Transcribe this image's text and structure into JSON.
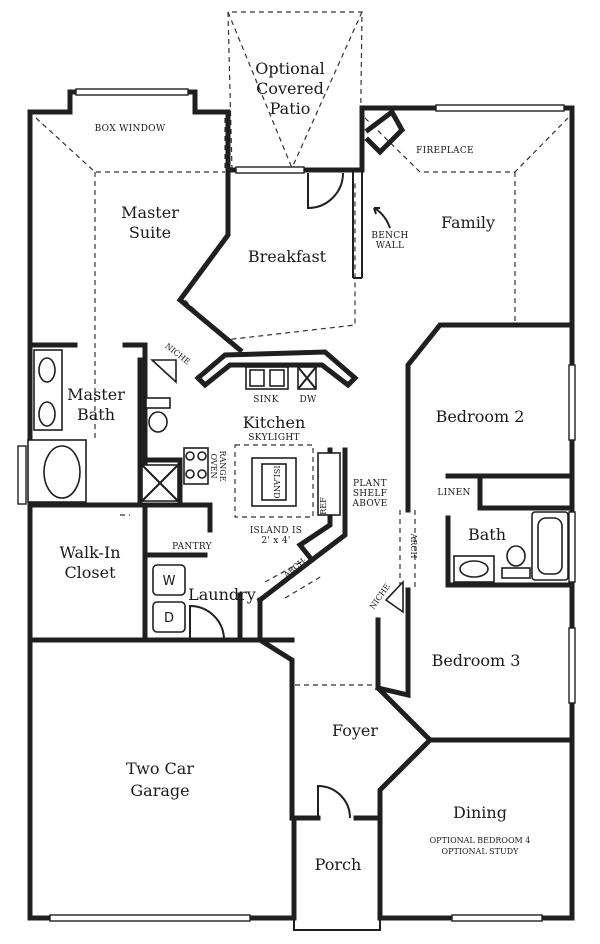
{
  "rooms": {
    "covered_patio": [
      "Optional",
      "Covered",
      "Patio"
    ],
    "master_suite": [
      "Master",
      "Suite"
    ],
    "breakfast": "Breakfast",
    "family": "Family",
    "master_bath": [
      "Master",
      "Bath"
    ],
    "kitchen": "Kitchen",
    "bedroom2": "Bedroom 2",
    "walk_in_closet": [
      "Walk-In",
      "Closet"
    ],
    "laundry": "Laundry",
    "bath": "Bath",
    "bedroom3": "Bedroom 3",
    "two_car_garage": [
      "Two Car",
      "Garage"
    ],
    "foyer": "Foyer",
    "dining": "Dining",
    "porch": "Porch"
  },
  "labels": {
    "box_window": "BOX WINDOW",
    "fireplace": "FIREPLACE",
    "bench_wall": [
      "BENCH",
      "WALL"
    ],
    "niche": "NICHE",
    "sink": "SINK",
    "dw": "DW",
    "skylight": "SKYLIGHT",
    "range_oven": [
      "RANGE",
      "OVEN"
    ],
    "island": "ISLAND",
    "island_size": [
      "ISLAND IS",
      "2' x 4'"
    ],
    "plant_shelf": [
      "PLANT",
      "SHELF",
      "ABOVE"
    ],
    "ref": "REF",
    "linen": "LINEN",
    "pantry": "PANTRY",
    "arch": "ARCH",
    "washer": "W",
    "dryer": "D",
    "optional_bedroom4": "OPTIONAL BEDROOM 4",
    "optional_study": "OPTIONAL STUDY"
  }
}
